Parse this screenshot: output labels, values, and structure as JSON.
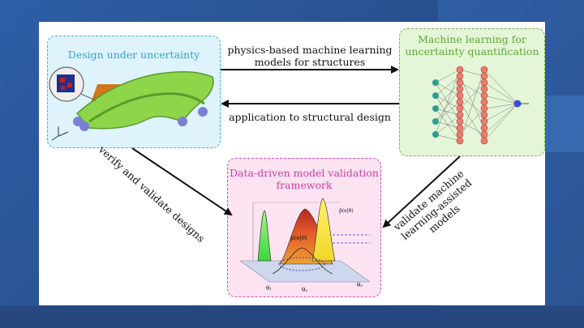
{
  "nodes": {
    "design": {
      "title": "Design under uncertainty"
    },
    "ml": {
      "title": "Machine learning for uncertainty quantification"
    },
    "validation": {
      "title": "Data-driven model validation framework"
    }
  },
  "edges": {
    "design_to_ml": "physics-based machine learning models for structures",
    "ml_to_design": "application to structural design",
    "design_to_validation": "verify and validate designs",
    "ml_to_validation": "validate machine learning-assisted models"
  },
  "colors": {
    "design": "#29a6dd",
    "ml": "#62a838",
    "validation": "#d63aa2"
  },
  "plot_labels": {
    "density": "p(e|θ)",
    "peak": "p̂(e|θ)",
    "x1": "θ₁",
    "x2": "θ₂",
    "x3": "θ₃"
  }
}
